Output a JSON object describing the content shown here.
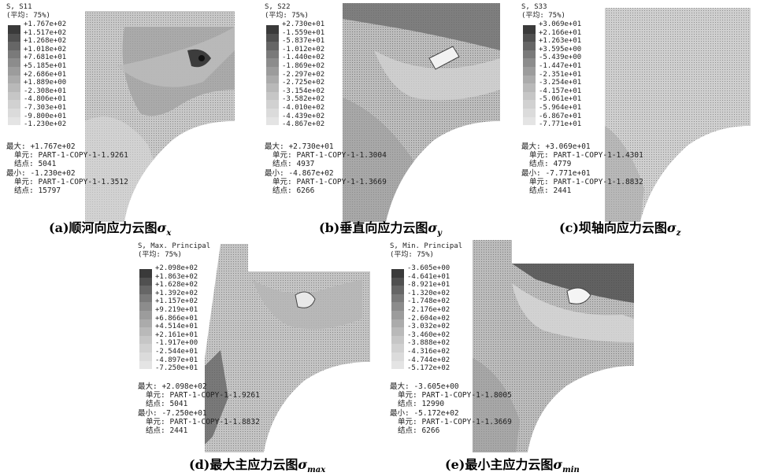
{
  "panels": [
    {
      "id": "a",
      "legend_head": [
        "S, S11",
        "(平均: 75%)"
      ],
      "legend_values": [
        "+1.767e+02",
        "+1.517e+02",
        "+1.268e+02",
        "+1.018e+02",
        "+7.681e+01",
        "+5.185e+01",
        "+2.686e+01",
        "+1.889e+00",
        "-2.308e+01",
        "-4.806e+01",
        "-7.303e+01",
        "-9.800e+01",
        "-1.230e+02"
      ],
      "max_label": "最大: +1.767e+02",
      "max_elem": "单元: PART-1-COPY-1-1.9261",
      "max_node": "结点: 5041",
      "min_label": "最小: -1.230e+02",
      "min_elem": "单元: PART-1-COPY-1-1.3512",
      "min_node": "结点: 15797",
      "caption_main": "(a)顺河向应力云图",
      "caption_sym": "σ",
      "caption_sub": "x"
    },
    {
      "id": "b",
      "legend_head": [
        "S, S22",
        "(平均: 75%)"
      ],
      "legend_values": [
        "+2.730e+01",
        "-1.559e+01",
        "-5.837e+01",
        "-1.012e+02",
        "-1.440e+02",
        "-1.869e+02",
        "-2.297e+02",
        "-2.725e+02",
        "-3.154e+02",
        "-3.582e+02",
        "-4.010e+02",
        "-4.439e+02",
        "-4.867e+02"
      ],
      "max_label": "最大: +2.730e+01",
      "max_elem": "单元: PART-1-COPY-1-1.3004",
      "max_node": "结点: 4937",
      "min_label": "最小: -4.867e+02",
      "min_elem": "单元: PART-1-COPY-1-1.3669",
      "min_node": "结点: 6266",
      "caption_main": "(b)垂直向应力云图",
      "caption_sym": "σ",
      "caption_sub": "y"
    },
    {
      "id": "c",
      "legend_head": [
        "S, S33",
        "(平均: 75%)"
      ],
      "legend_values": [
        "+3.069e+01",
        "+2.166e+01",
        "+1.263e+01",
        "+3.595e+00",
        "-5.439e+00",
        "-1.447e+01",
        "-2.351e+01",
        "-3.254e+01",
        "-4.157e+01",
        "-5.061e+01",
        "-5.964e+01",
        "-6.867e+01",
        "-7.771e+01"
      ],
      "max_label": "最大: +3.069e+01",
      "max_elem": "单元: PART-1-COPY-1-1.4301",
      "max_node": "结点: 4779",
      "min_label": "最小: -7.771e+01",
      "min_elem": "单元: PART-1-COPY-1-1.8832",
      "min_node": "结点: 2441",
      "caption_main": "(c)坝轴向应力云图",
      "caption_sym": "σ",
      "caption_sub": "z"
    },
    {
      "id": "d",
      "legend_head": [
        "S, Max. Principal",
        "(平均: 75%)"
      ],
      "legend_values": [
        "+2.098e+02",
        "+1.863e+02",
        "+1.628e+02",
        "+1.392e+02",
        "+1.157e+02",
        "+9.219e+01",
        "+6.866e+01",
        "+4.514e+01",
        "+2.161e+01",
        "-1.917e+00",
        "-2.544e+01",
        "-4.897e+01",
        "-7.250e+01"
      ],
      "max_label": "最大: +2.098e+02",
      "max_elem": "单元: PART-1-COPY-1-1.9261",
      "max_node": "结点: 5041",
      "min_label": "最小: -7.250e+01",
      "min_elem": "单元: PART-1-COPY-1-1.8832",
      "min_node": "结点: 2441",
      "caption_main": "(d)最大主应力云图",
      "caption_sym": "σ",
      "caption_sub": "max"
    },
    {
      "id": "e",
      "legend_head": [
        "S, Min. Principal",
        "(平均: 75%)"
      ],
      "legend_values": [
        "-3.605e+00",
        "-4.641e+01",
        "-8.921e+01",
        "-1.320e+02",
        "-1.748e+02",
        "-2.176e+02",
        "-2.604e+02",
        "-3.032e+02",
        "-3.460e+02",
        "-3.888e+02",
        "-4.316e+02",
        "-4.744e+02",
        "-5.172e+02"
      ],
      "max_label": "最大: -3.605e+00",
      "max_elem": "单元: PART-1-COPY-1-1.8005",
      "max_node": "结点: 12990",
      "min_label": "最小: -5.172e+02",
      "min_elem": "单元: PART-1-COPY-1-1.3669",
      "min_node": "结点: 6266",
      "caption_main": "(e)最小主应力云图",
      "caption_sym": "σ",
      "caption_sub": "min"
    }
  ],
  "colors": {
    "scale": [
      "#3a3a3a",
      "#505050",
      "#666666",
      "#7a7a7a",
      "#8c8c8c",
      "#9c9c9c",
      "#ababab",
      "#b9b9b9",
      "#c6c6c6",
      "#d1d1d1",
      "#dbdbdb",
      "#e4e4e4"
    ],
    "background": "#ffffff"
  }
}
